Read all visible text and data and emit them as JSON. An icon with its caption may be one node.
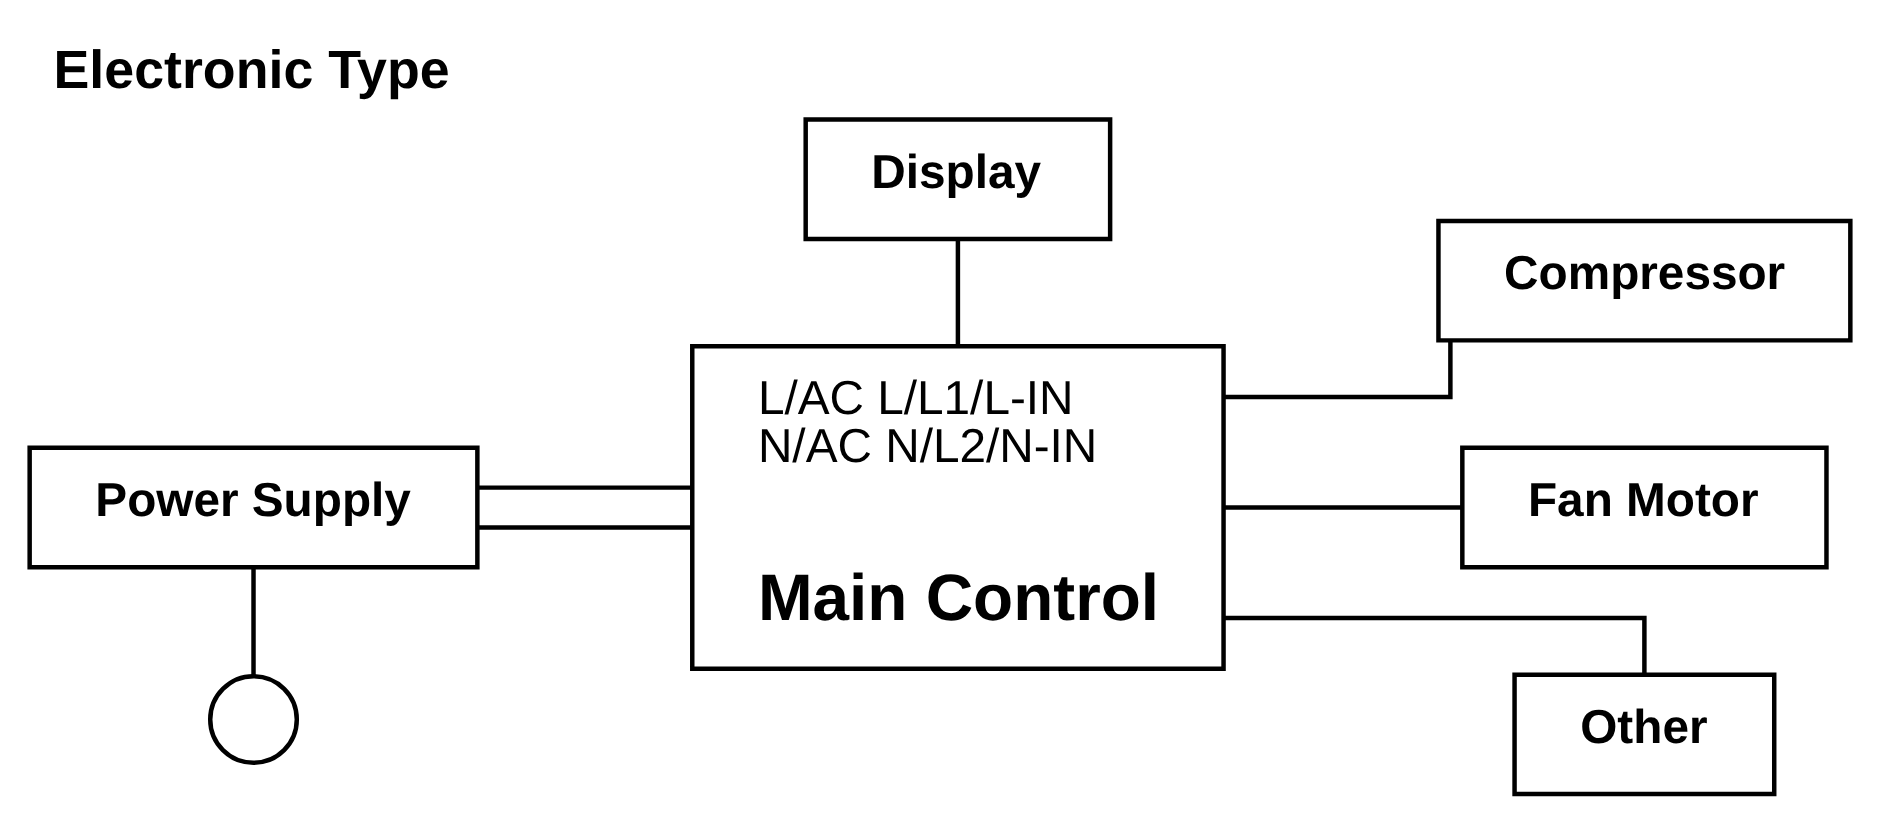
{
  "diagram": {
    "title": "Electronic Type",
    "nodes": [
      {
        "text": [
          "Display"
        ]
      },
      {
        "text": [
          "Compressor"
        ]
      },
      {
        "text": [
          "Power Supply"
        ]
      },
      {
        "text": [
          "L/AC L/L1/L-IN",
          "N/AC N/L2/N-IN",
          "Main Control"
        ]
      },
      {
        "text": [
          "Fan Motor"
        ]
      },
      {
        "text": [
          "Other"
        ]
      },
      {
        "text": [],
        "shape": "circle"
      }
    ],
    "edges": [
      {
        "from": 0,
        "to": 3,
        "arrow": "none"
      },
      {
        "from": 3,
        "to": 1,
        "arrow": "none"
      },
      {
        "from": 2,
        "to": 3,
        "arrow": "none"
      },
      {
        "from": 2,
        "to": 3,
        "arrow": "none"
      },
      {
        "from": 3,
        "to": 4,
        "arrow": "none"
      },
      {
        "from": 3,
        "to": 5,
        "arrow": "none"
      },
      {
        "from": 2,
        "to": 6,
        "arrow": "none"
      }
    ]
  }
}
